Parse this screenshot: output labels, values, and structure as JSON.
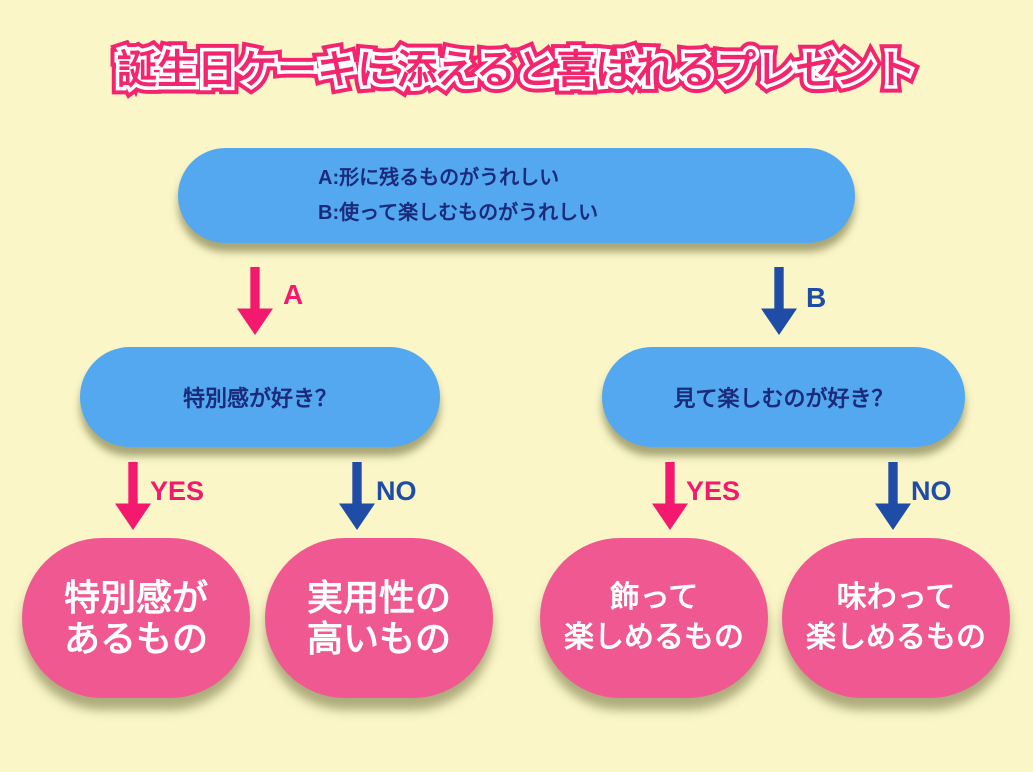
{
  "title": "誕生日ケーキに添えると喜ばれるプレゼント",
  "colors": {
    "background": "#FAF6C8",
    "bubble_blue": "#54A8F0",
    "result_pink": "#EF5890",
    "accent_pink": "#F3196E",
    "arrow_blue": "#1E4CA6",
    "text_navy": "#1A2B7B",
    "result_text": "#FFFFFF"
  },
  "root_question": {
    "option_a": "A:形に残るものがうれしい",
    "option_b": "B:使って楽しむものがうれしい"
  },
  "branch_labels": {
    "a": "A",
    "b": "B"
  },
  "questions": {
    "left": "特別感が好き？",
    "right": "見て楽しむのが好き？"
  },
  "decision_labels": {
    "yes": "YES",
    "no": "NO"
  },
  "results": [
    {
      "line1": "特別感が",
      "line2": "あるもの"
    },
    {
      "line1": "実用性の",
      "line2": "高いもの"
    },
    {
      "line1": "飾って",
      "line2": "楽しめるもの"
    },
    {
      "line1": "味わって",
      "line2": "楽しめるもの"
    }
  ]
}
